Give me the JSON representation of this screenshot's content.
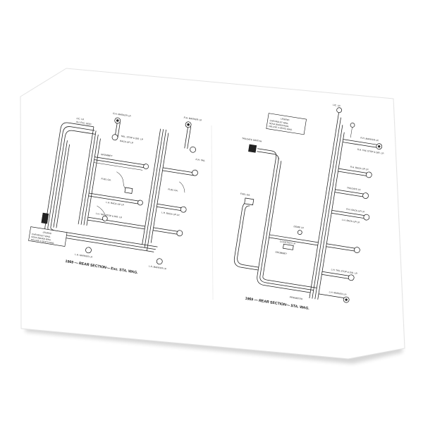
{
  "left_diagram": {
    "caption": "1969 — REAR SECTION— Exc. STA. WAG.",
    "legend": [
      "LEGEND",
      "CHEVROLET WAG.",
      "NOVA 300/400 WAG.",
      "DELUXE 2-SEATS WAG."
    ],
    "labels": [
      "R.H. MARKER LP.",
      "TAIL, STOP & DIR. LP.",
      "BACK-UP LP.",
      "GROMMET",
      "FUEL GA.",
      "L.H. BACK-UP LP.",
      "L.H. TAIL STOP & DIR. LP.",
      "L.H. MARKER LP.",
      "LIC. LP.",
      "ALL EXC. BISC.",
      "R.H. MARKER LP.",
      "FUEL GA.",
      "L.H. BACK-UP LP.",
      "L.H. MARKER LP.",
      "R.H. TAIL"
    ]
  },
  "right_diagram": {
    "caption": "1969 — REAR SECTION— STA. WAG.",
    "legend": [
      "LEGEND",
      "CHEVROLET WAG.",
      "NOVA 300/400 WAG.",
      "DELUXE 2-SEATS WAG."
    ],
    "labels": [
      "LIC. LP.",
      "R.H. MARKER LP.",
      "R.H. TAIL STOP & DIR. LP.",
      "R.H. BACK-UP LP.",
      "TAILGATE LP.",
      "R.H. BACK-UP LP.",
      "L.H. BACK-UP LP.",
      "FUEL GA.",
      "DOME LP.",
      "COURTESY LP.",
      "GROMMET",
      "L.H. TAIL STOP & DIR. LP.",
      "L.H. MARKER LP.",
      "PERIMETER",
      "TAILGATE SWITCH"
    ]
  }
}
